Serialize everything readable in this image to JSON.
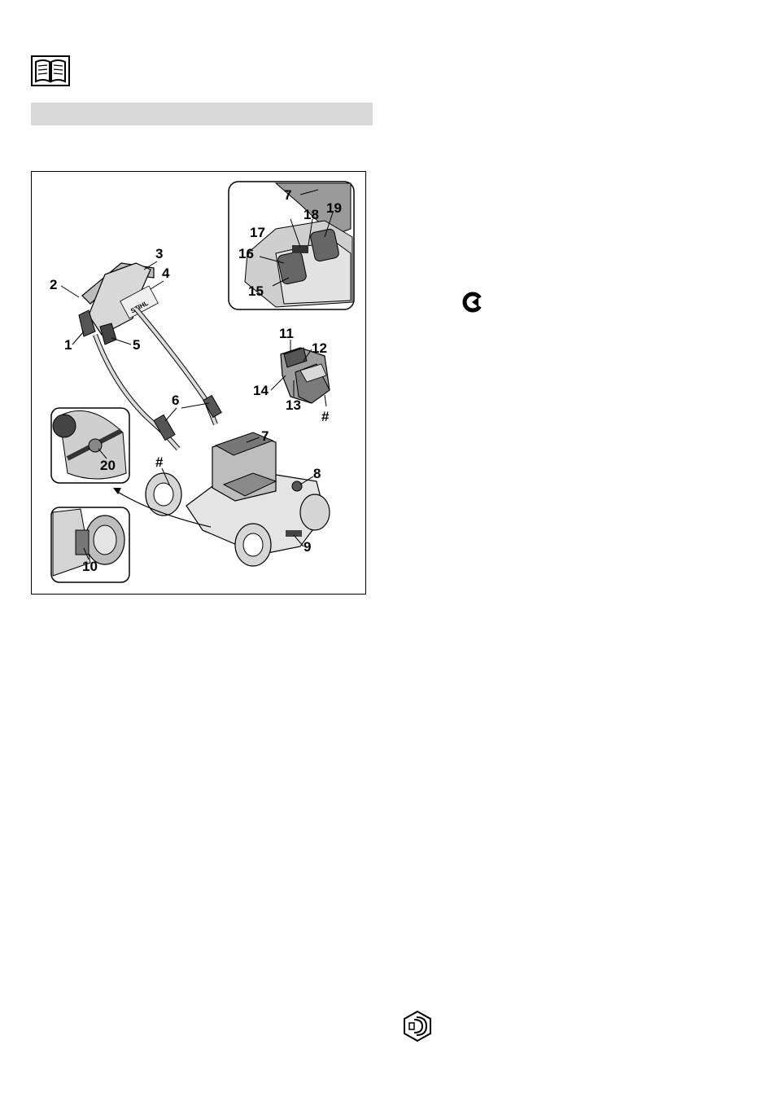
{
  "page": {
    "icons": {
      "manual": "open-book-icon",
      "version": "c-logo-icon",
      "service": "hex-nut-service-icon"
    }
  },
  "figure": {
    "callouts": {
      "c1": "1",
      "c2": "2",
      "c3": "3",
      "c4": "4",
      "c5": "5",
      "c6": "6",
      "c7": "7",
      "c7b": "7",
      "c8": "8",
      "c9": "9",
      "c10": "10",
      "c11": "11",
      "c12": "12",
      "c13": "13",
      "c14": "14",
      "c15": "15",
      "c16": "16",
      "c17": "17",
      "c18": "18",
      "c19": "19",
      "c20": "20",
      "hash1": "#",
      "hash2": "#"
    },
    "brand_logo": "STIHL"
  }
}
